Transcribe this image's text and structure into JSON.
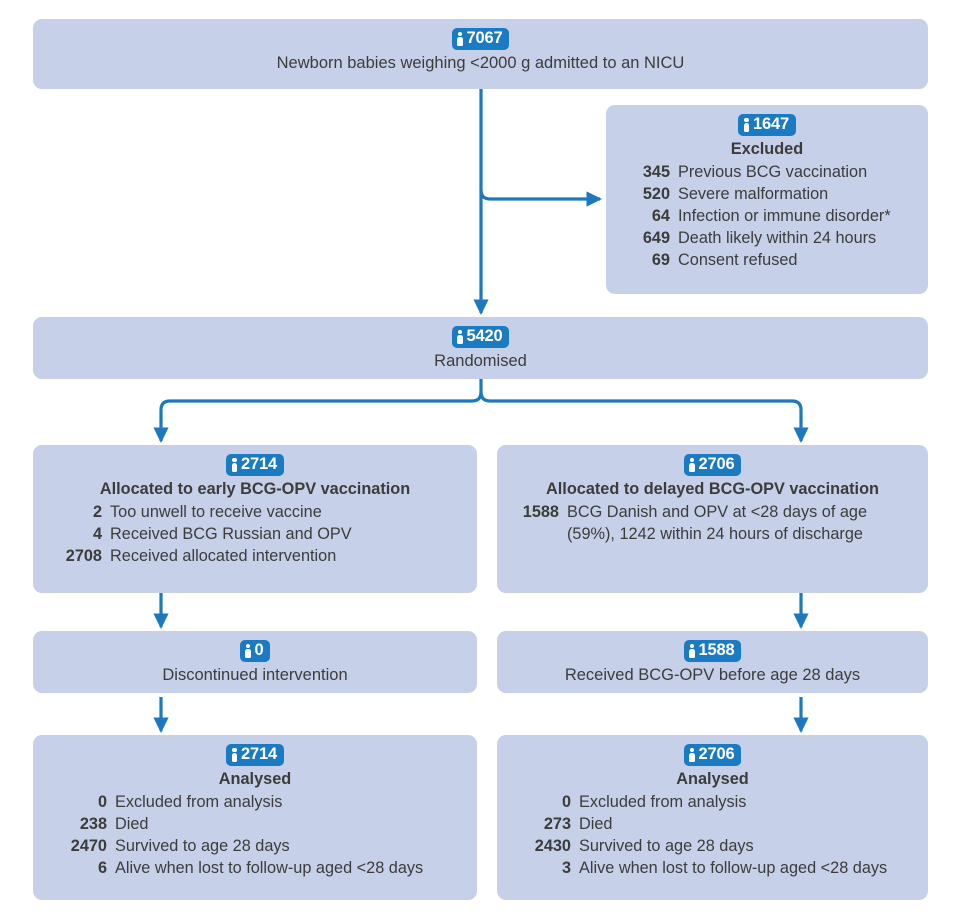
{
  "diagram": {
    "type": "consort-flow-diagram",
    "colors": {
      "box_fill": "#c6d0e9",
      "badge_blue": "#1b7bc2",
      "connector_blue": "#1c79c0",
      "text": "#3c3c3b",
      "background": "#ffffff"
    },
    "icon": "person-icon"
  },
  "enrolment": {
    "count": "7067",
    "label": "Newborn babies weighing <2000 g admitted to an NICU"
  },
  "excluded": {
    "count": "1647",
    "title": "Excluded",
    "items": [
      {
        "n": "345",
        "label": "Previous BCG vaccination"
      },
      {
        "n": "520",
        "label": "Severe malformation"
      },
      {
        "n": "64",
        "label": "Infection or immune disorder*"
      },
      {
        "n": "649",
        "label": "Death likely within 24 hours"
      },
      {
        "n": "69",
        "label": "Consent refused"
      }
    ]
  },
  "randomised": {
    "count": "5420",
    "label": "Randomised"
  },
  "allocation_left": {
    "count": "2714",
    "title": "Allocated to early BCG-OPV vaccination",
    "items": [
      {
        "n": "2",
        "label": "Too unwell to receive vaccine"
      },
      {
        "n": "4",
        "label": "Received BCG Russian and OPV"
      },
      {
        "n": "2708",
        "label": "Received allocated intervention"
      }
    ]
  },
  "allocation_right": {
    "count": "2706",
    "title": "Allocated to delayed BCG-OPV vaccination",
    "items": [
      {
        "n": "1588",
        "label": "BCG Danish and OPV at <28 days of age\n(59%), 1242 within 24 hours of discharge"
      }
    ]
  },
  "followup_left": {
    "count": "0",
    "label": "Discontinued intervention"
  },
  "followup_right": {
    "count": "1588",
    "label": "Received BCG-OPV before age 28 days"
  },
  "analysis_left": {
    "count": "2714",
    "title": "Analysed",
    "items": [
      {
        "n": "0",
        "label": "Excluded from analysis"
      },
      {
        "n": "238",
        "label": "Died"
      },
      {
        "n": "2470",
        "label": "Survived to age 28 days"
      },
      {
        "n": "6",
        "label": "Alive when lost to follow-up aged <28 days"
      }
    ]
  },
  "analysis_right": {
    "count": "2706",
    "title": "Analysed",
    "items": [
      {
        "n": "0",
        "label": "Excluded from analysis"
      },
      {
        "n": "273",
        "label": "Died"
      },
      {
        "n": "2430",
        "label": "Survived to age 28 days"
      },
      {
        "n": "3",
        "label": "Alive when lost to follow-up aged <28 days"
      }
    ]
  }
}
